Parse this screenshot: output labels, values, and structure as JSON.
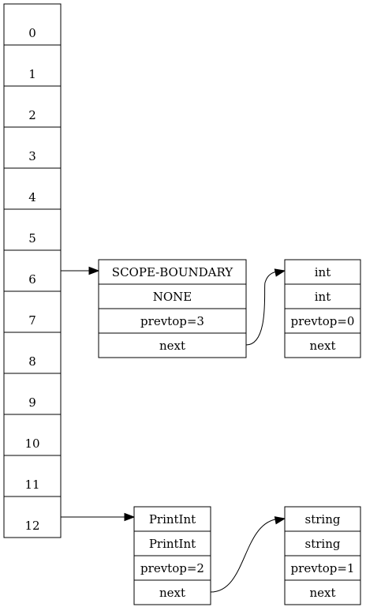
{
  "stack": [
    "0",
    "1",
    "2",
    "3",
    "4",
    "5",
    "6",
    "7",
    "8",
    "9",
    "10",
    "11",
    "12"
  ],
  "records": [
    {
      "id": "scope-boundary-record",
      "fields": [
        "SCOPE-BOUNDARY",
        "NONE",
        "prevtop=3",
        "next"
      ]
    },
    {
      "id": "int-record",
      "fields": [
        "int",
        "int",
        "prevtop=0",
        "next"
      ]
    },
    {
      "id": "printint-record",
      "fields": [
        "PrintInt",
        "PrintInt",
        "prevtop=2",
        "next"
      ]
    },
    {
      "id": "string-record",
      "fields": [
        "string",
        "string",
        "prevtop=1",
        "next"
      ]
    }
  ],
  "edges": [
    {
      "from": "stack-6",
      "to": "scope-boundary-record"
    },
    {
      "from": "scope-boundary-record.next",
      "to": "int-record"
    },
    {
      "from": "stack-12",
      "to": "printint-record"
    },
    {
      "from": "printint-record.next",
      "to": "string-record"
    }
  ]
}
